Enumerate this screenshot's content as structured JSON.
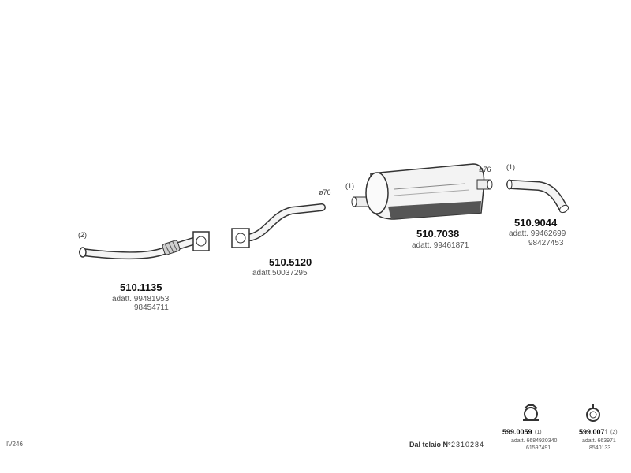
{
  "parts": [
    {
      "code": "510.1135",
      "qty": "(2)",
      "adatt": "adatt. 99481953",
      "alt": "98454711"
    },
    {
      "code": "510.5120",
      "dia": "ø76",
      "adatt": "adatt.50037295"
    },
    {
      "code": "510.7038",
      "qty": "(1)",
      "dia": "ø76",
      "adatt": "adatt. 99461871"
    },
    {
      "code": "510.9044",
      "qty": "(1)",
      "adatt": "adatt. 99462699",
      "alt": "98427453"
    }
  ],
  "accessories": [
    {
      "code": "599.0059",
      "qty": "(1)",
      "line1": "adatt. 6684920340",
      "line2": "61597491"
    },
    {
      "code": "599.0071",
      "qty": "(2)",
      "line1": "adatt. 663971",
      "line2": "8540133"
    }
  ],
  "footer": {
    "chassis_label": "Dal telaio N°",
    "chassis_no": "2310284",
    "ref": "IV246"
  }
}
